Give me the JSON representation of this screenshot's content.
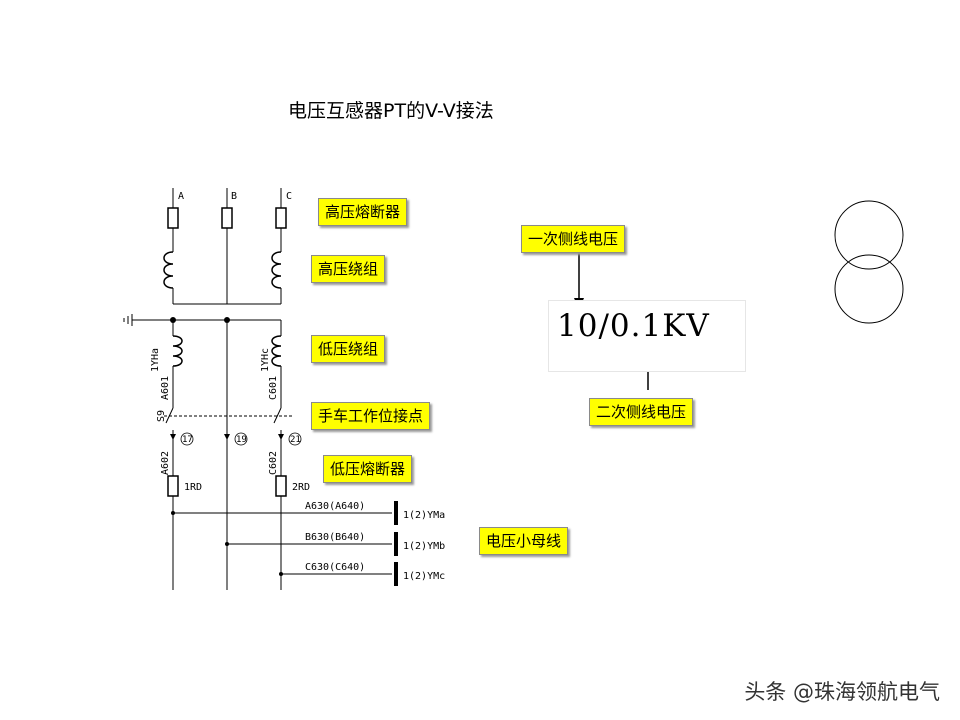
{
  "title": "电压互感器PT的V-V接法",
  "callouts": {
    "hv_fuse": "高压熔断器",
    "hv_winding": "高压绕组",
    "lv_winding": "低压绕组",
    "cart_contact": "手车工作位接点",
    "lv_fuse": "低压熔断器",
    "voltage_bus": "电压小母线",
    "primary_voltage": "一次侧线电压",
    "secondary_voltage": "二次侧线电压"
  },
  "ratio": "10/0.1KV",
  "schematic": {
    "phases": [
      "A",
      "B",
      "C"
    ],
    "winding_a": "1YHa",
    "winding_c": "1YHc",
    "wire_a601": "A601",
    "wire_c601": "C601",
    "switch": "S9",
    "terminals": [
      "17",
      "19",
      "21"
    ],
    "wire_a602": "A602",
    "wire_c602": "C602",
    "fuse1": "1RD",
    "fuse2": "2RD",
    "bus_wires": [
      "A630(A640)",
      "B630(B640)",
      "C630(C640)"
    ],
    "bus_labels": [
      "1(2)YMa",
      "1(2)YMb",
      "1(2)YMc"
    ]
  },
  "watermark": "头条 @珠海领航电气"
}
